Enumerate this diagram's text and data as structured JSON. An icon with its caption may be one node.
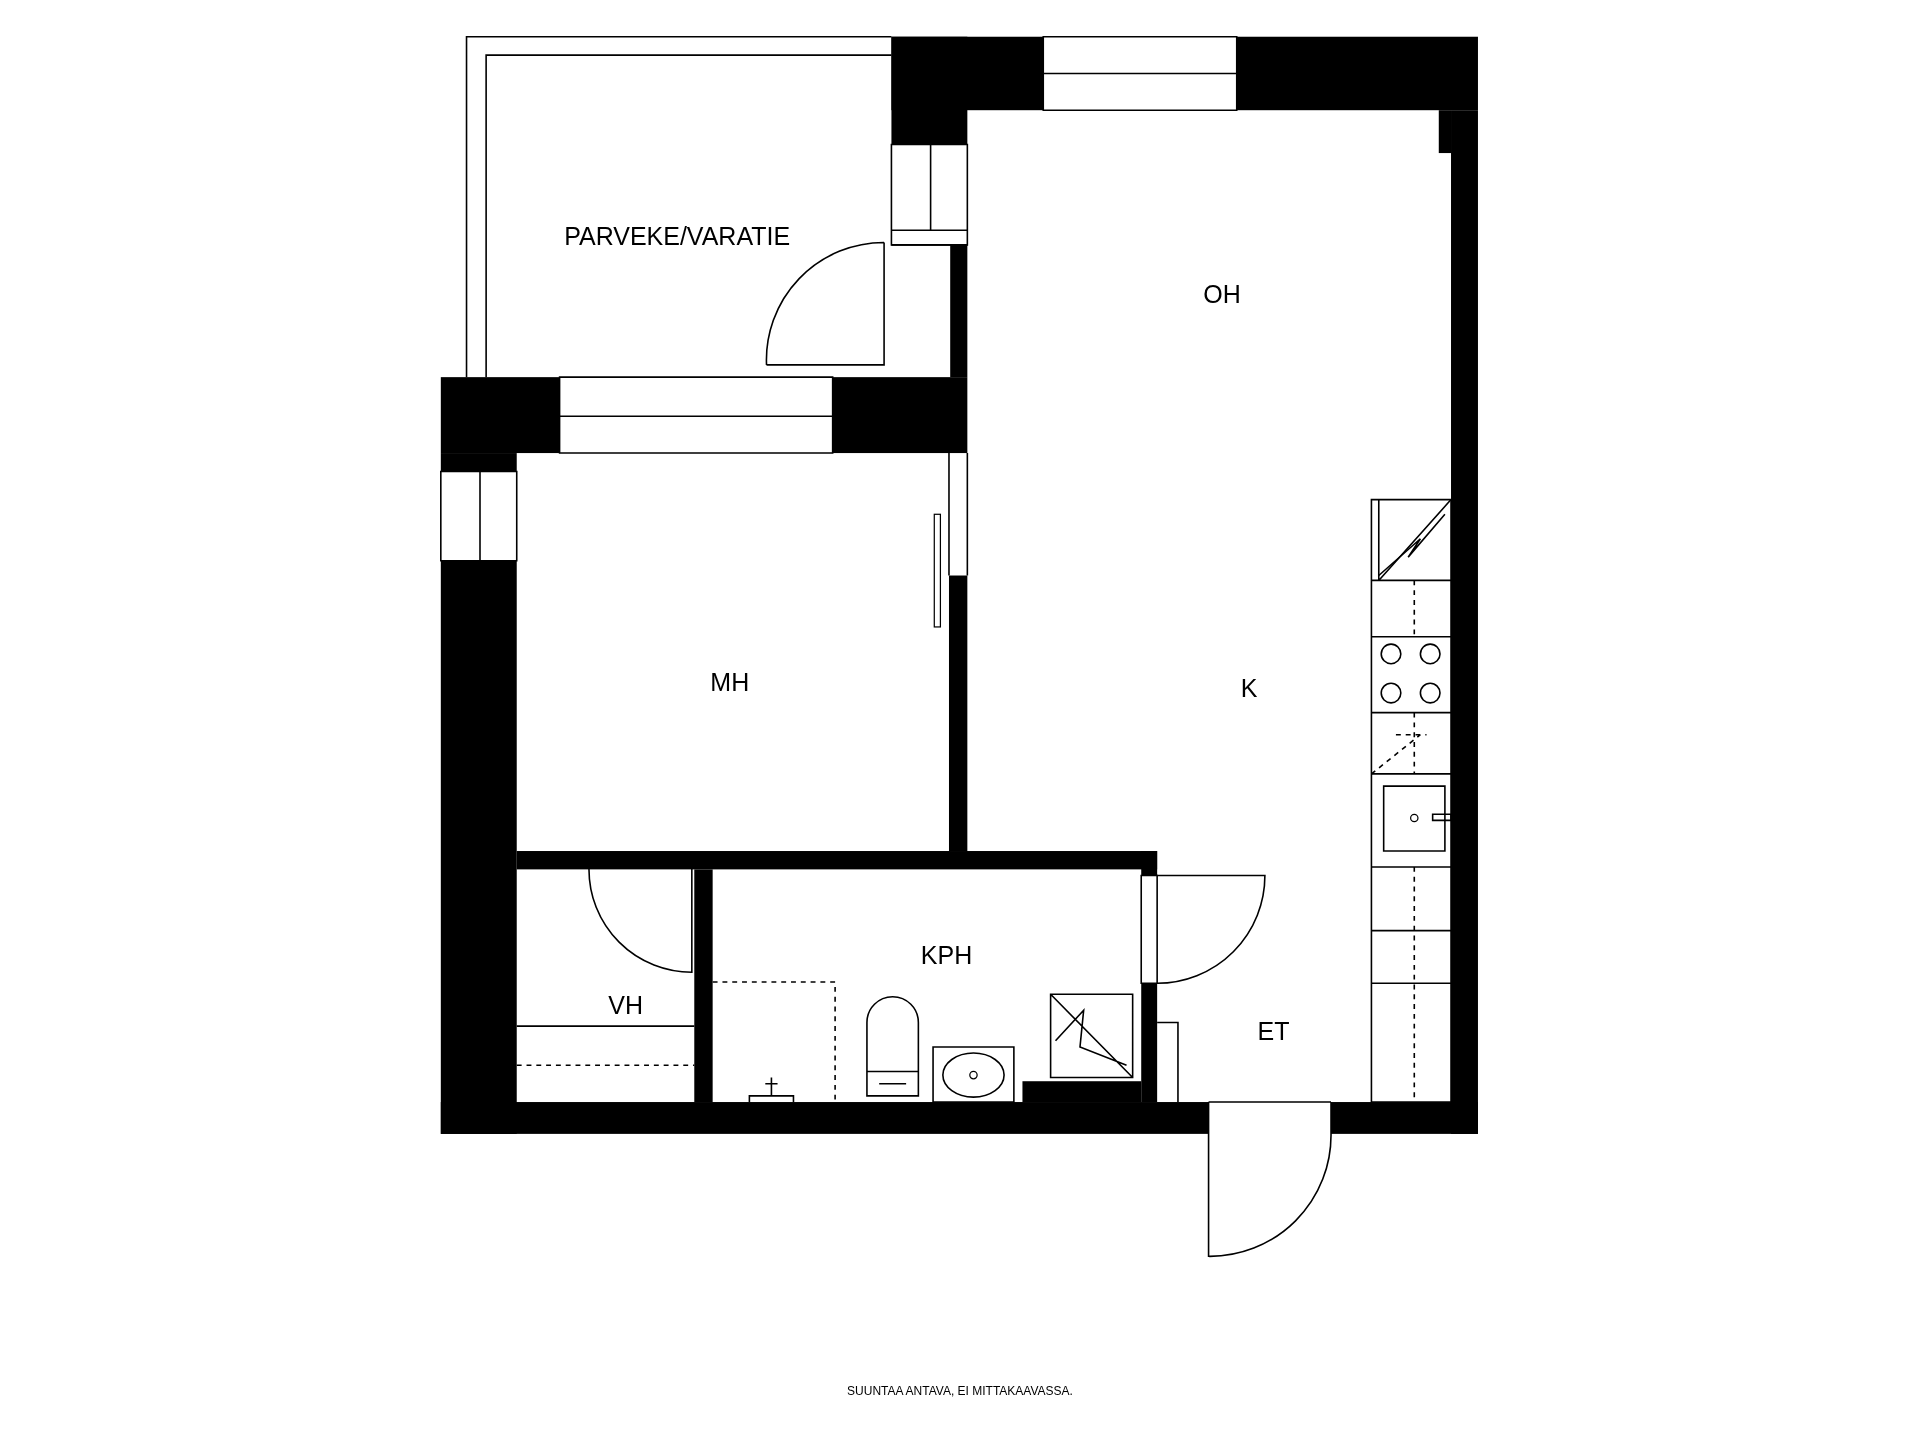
{
  "diagram": {
    "labels": [
      "PARVEKE/VARATIE",
      "OH",
      "MH",
      "K",
      "KPH",
      "VH",
      "ET",
      "SUUNTAA ANTAVA, EI MITTAKAAVASSA."
    ]
  }
}
